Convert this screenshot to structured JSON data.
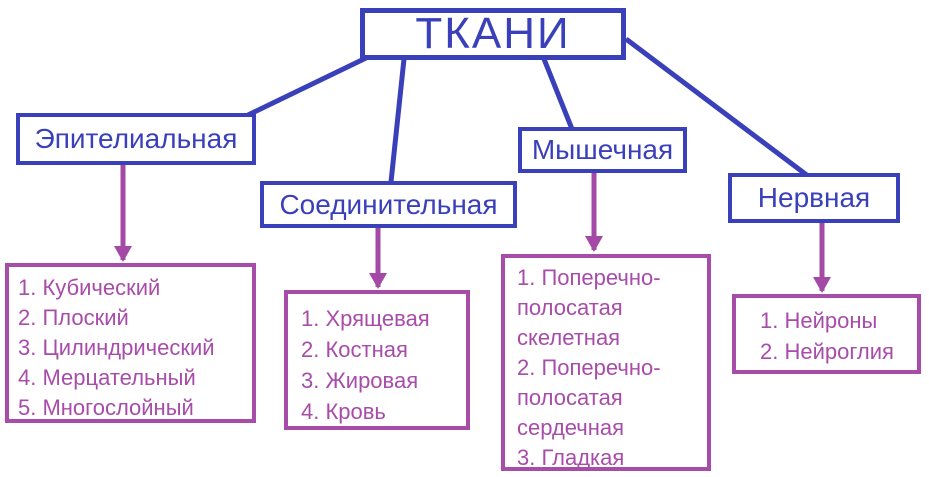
{
  "diagram_title": "ТКАНИ",
  "colors": {
    "blue": "#3a3fba",
    "purple": "#a449a6",
    "list_purple": "#a84caa",
    "background": "#ffffff"
  },
  "branches": [
    {
      "label": "Эпителиальная",
      "items": [
        "1. Кубический",
        "2. Плоский",
        "3. Цилиндрический",
        "4. Мерцательный",
        "5. Многослойный"
      ]
    },
    {
      "label": "Соединительная",
      "items": [
        "1. Хрящевая",
        "2. Костная",
        "3. Жировая",
        "4. Кровь"
      ]
    },
    {
      "label": "Мышечная",
      "items": [
        "1. Поперечно-полосатая скелетная",
        "2. Поперечно-полосатая сердечная",
        "3. Гладкая"
      ]
    },
    {
      "label": "Нервная",
      "items": [
        "1. Нейроны",
        "2. Нейроглия"
      ]
    }
  ]
}
